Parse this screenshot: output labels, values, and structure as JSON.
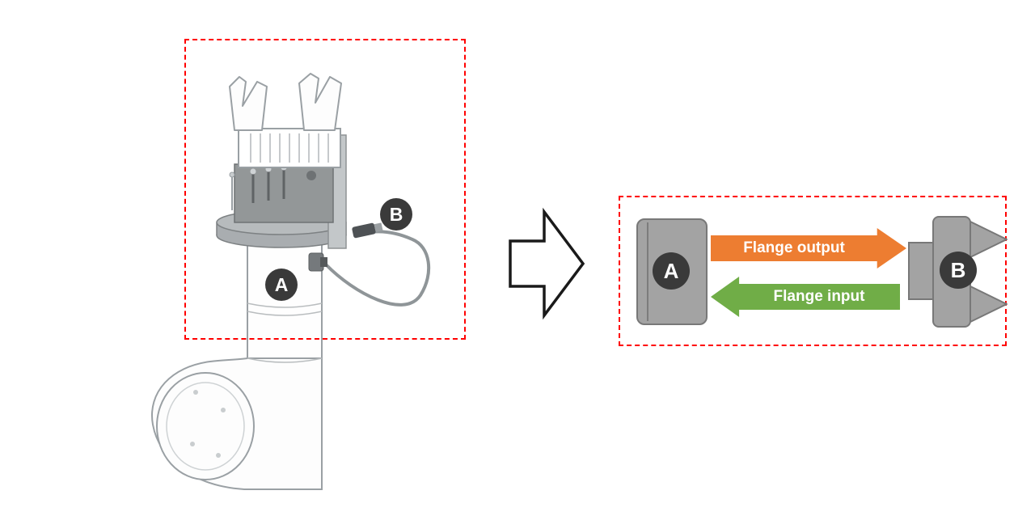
{
  "figure": {
    "photo_labels": {
      "a": "A",
      "b": "B"
    },
    "schematic": {
      "a_label": "A",
      "b_label": "B",
      "output_arrow_label": "Flange output",
      "input_arrow_label": "Flange input"
    },
    "colors": {
      "highlight_box_red": "#FF0000",
      "output_arrow_orange": "#ED7D31",
      "input_arrow_green": "#70AD47",
      "label_badge_dark": "#3A3A3A",
      "connector_gray": "#A3A3A3"
    }
  }
}
